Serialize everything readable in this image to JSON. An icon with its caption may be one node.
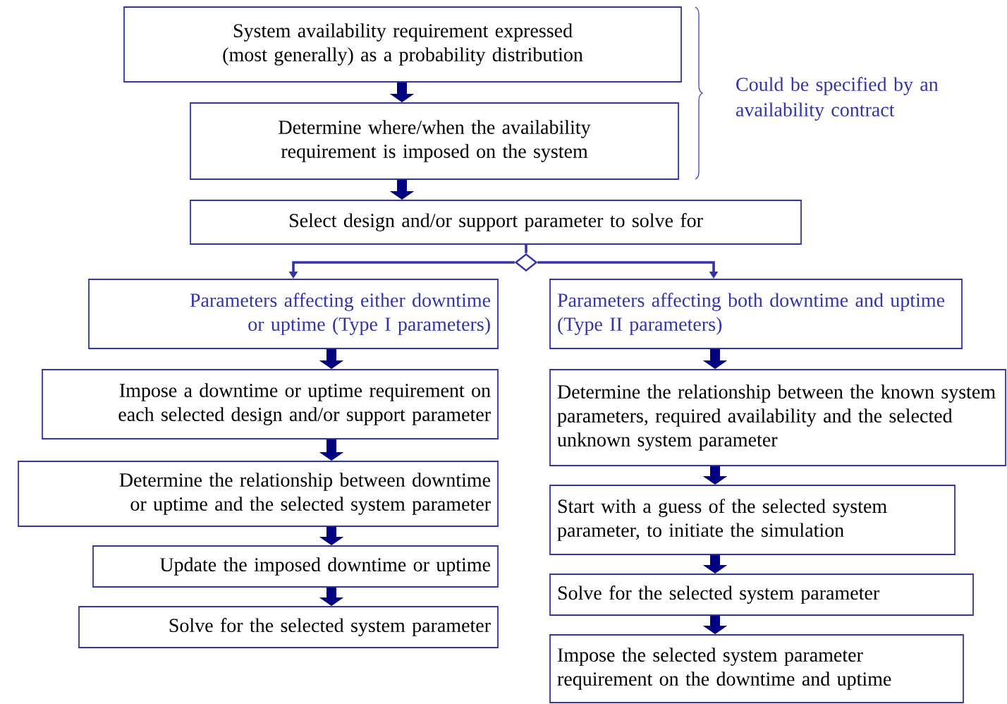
{
  "diagram": {
    "nodes": [
      {
        "text": [
          "System availability requirement expressed (most generally) as a probability distribution"
        ]
      },
      {
        "text": [
          "Determine where/when the availability requirement is imposed on the system"
        ]
      },
      {
        "text": [
          "Select design and/or support parameter to solve for"
        ]
      },
      {
        "text": [],
        "shape": "diamond"
      },
      {
        "text": [
          "Parameters affecting either downtime or uptime (Type I parameters)"
        ]
      },
      {
        "text": [
          "Parameters affecting both downtime and uptime (Type II parameters)"
        ]
      },
      {
        "text": [
          "Impose a downtime or uptime requirement on each selected design and/or support parameter"
        ]
      },
      {
        "text": [
          "Determine the relationship between downtime or uptime and the selected system parameter"
        ]
      },
      {
        "text": [
          "Update the imposed downtime or uptime"
        ]
      },
      {
        "text": [
          "Solve for the selected system parameter"
        ]
      },
      {
        "text": [
          "Determine the relationship between the known system parameters, required availability and the selected unknown system parameter"
        ]
      },
      {
        "text": [
          "Start with a guess of the selected system parameter, to initiate the simulation"
        ]
      },
      {
        "text": [
          "Solve for the selected system parameter"
        ]
      },
      {
        "text": [
          "Impose the selected system parameter requirement on the downtime and uptime"
        ]
      }
    ],
    "edges": [
      {
        "from": 0,
        "to": 1,
        "arrow": "to"
      },
      {
        "from": 1,
        "to": 2,
        "arrow": "to"
      },
      {
        "from": 2,
        "to": 3,
        "arrow": "none",
        "color": "#3333aa"
      },
      {
        "from": 3,
        "to": 4,
        "arrow": "to",
        "color": "#3333aa"
      },
      {
        "from": 3,
        "to": 5,
        "arrow": "to",
        "color": "#3333aa"
      },
      {
        "from": 4,
        "to": 6,
        "arrow": "to"
      },
      {
        "from": 6,
        "to": 7,
        "arrow": "to"
      },
      {
        "from": 7,
        "to": 8,
        "arrow": "to"
      },
      {
        "from": 8,
        "to": 9,
        "arrow": "to"
      },
      {
        "from": 5,
        "to": 10,
        "arrow": "to"
      },
      {
        "from": 10,
        "to": 11,
        "arrow": "to"
      },
      {
        "from": 11,
        "to": 12,
        "arrow": "to"
      },
      {
        "from": 12,
        "to": 13,
        "arrow": "to"
      }
    ],
    "labels": [
      "Could be specified by an availability contract"
    ]
  }
}
